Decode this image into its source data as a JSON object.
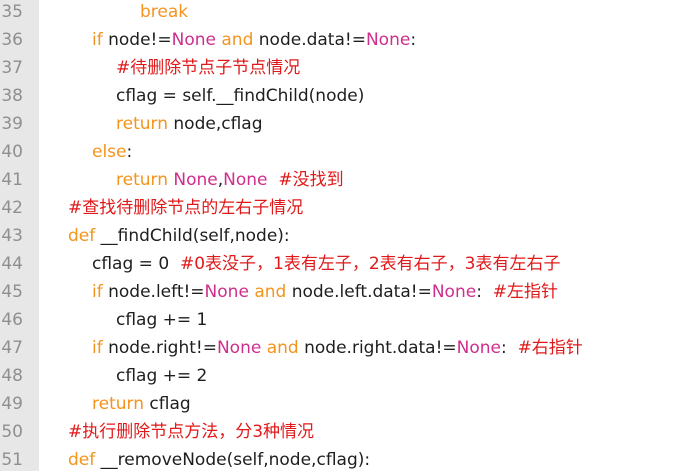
{
  "lines": [
    {
      "num": "35",
      "indent": 140,
      "tokens": [
        {
          "t": "break",
          "c": "kw"
        }
      ]
    },
    {
      "num": "36",
      "indent": 92,
      "tokens": [
        {
          "t": "if",
          "c": "kw"
        },
        {
          "t": " node!=",
          "c": "pl"
        },
        {
          "t": "None",
          "c": "cn"
        },
        {
          "t": " ",
          "c": "pl"
        },
        {
          "t": "and",
          "c": "kw"
        },
        {
          "t": " node.data!=",
          "c": "pl"
        },
        {
          "t": "None",
          "c": "cn"
        },
        {
          "t": ":",
          "c": "pl"
        }
      ]
    },
    {
      "num": "37",
      "indent": 116,
      "tokens": [
        {
          "t": "#待删除节点子节点情况",
          "c": "cm"
        }
      ]
    },
    {
      "num": "38",
      "indent": 116,
      "tokens": [
        {
          "t": "cflag = self.__findChild(node)",
          "c": "pl"
        }
      ]
    },
    {
      "num": "39",
      "indent": 116,
      "tokens": [
        {
          "t": "return",
          "c": "kw"
        },
        {
          "t": " node,cflag",
          "c": "pl"
        }
      ]
    },
    {
      "num": "40",
      "indent": 92,
      "tokens": [
        {
          "t": "else",
          "c": "kw"
        },
        {
          "t": ":",
          "c": "pl"
        }
      ]
    },
    {
      "num": "41",
      "indent": 116,
      "tokens": [
        {
          "t": "return",
          "c": "kw"
        },
        {
          "t": " ",
          "c": "pl"
        },
        {
          "t": "None",
          "c": "cn"
        },
        {
          "t": ",",
          "c": "pl"
        },
        {
          "t": "None",
          "c": "cn"
        },
        {
          "t": "  ",
          "c": "pl"
        },
        {
          "t": "#没找到",
          "c": "cm"
        }
      ]
    },
    {
      "num": "42",
      "indent": 68,
      "tokens": [
        {
          "t": "#查找待删除节点的左右子情况",
          "c": "cm"
        }
      ]
    },
    {
      "num": "43",
      "indent": 68,
      "tokens": [
        {
          "t": "def",
          "c": "kw"
        },
        {
          "t": " __findChild(self,node):",
          "c": "pl"
        }
      ]
    },
    {
      "num": "44",
      "indent": 92,
      "tokens": [
        {
          "t": "cflag = 0  ",
          "c": "pl"
        },
        {
          "t": "#0表没子，1表有左子，2表有右子，3表有左右子",
          "c": "cm"
        }
      ]
    },
    {
      "num": "45",
      "indent": 92,
      "tokens": [
        {
          "t": "if",
          "c": "kw"
        },
        {
          "t": " node.left!=",
          "c": "pl"
        },
        {
          "t": "None",
          "c": "cn"
        },
        {
          "t": " ",
          "c": "pl"
        },
        {
          "t": "and",
          "c": "kw"
        },
        {
          "t": " node.left.data!=",
          "c": "pl"
        },
        {
          "t": "None",
          "c": "cn"
        },
        {
          "t": ":  ",
          "c": "pl"
        },
        {
          "t": "#左指针",
          "c": "cm"
        }
      ]
    },
    {
      "num": "46",
      "indent": 116,
      "tokens": [
        {
          "t": "cflag += 1",
          "c": "pl"
        }
      ]
    },
    {
      "num": "47",
      "indent": 92,
      "tokens": [
        {
          "t": "if",
          "c": "kw"
        },
        {
          "t": " node.right!=",
          "c": "pl"
        },
        {
          "t": "None",
          "c": "cn"
        },
        {
          "t": " ",
          "c": "pl"
        },
        {
          "t": "and",
          "c": "kw"
        },
        {
          "t": " node.right.data!=",
          "c": "pl"
        },
        {
          "t": "None",
          "c": "cn"
        },
        {
          "t": ":  ",
          "c": "pl"
        },
        {
          "t": "#右指针",
          "c": "cm"
        }
      ]
    },
    {
      "num": "48",
      "indent": 116,
      "tokens": [
        {
          "t": "cflag += 2",
          "c": "pl"
        }
      ]
    },
    {
      "num": "49",
      "indent": 92,
      "tokens": [
        {
          "t": "return",
          "c": "kw"
        },
        {
          "t": " cflag",
          "c": "pl"
        }
      ]
    },
    {
      "num": "50",
      "indent": 68,
      "tokens": [
        {
          "t": "#执行删除节点方法，分3种情况",
          "c": "cm"
        }
      ]
    },
    {
      "num": "51",
      "indent": 68,
      "tokens": [
        {
          "t": "def",
          "c": "kw"
        },
        {
          "t": " __removeNode(self,node,cflag):",
          "c": "pl"
        }
      ]
    }
  ]
}
